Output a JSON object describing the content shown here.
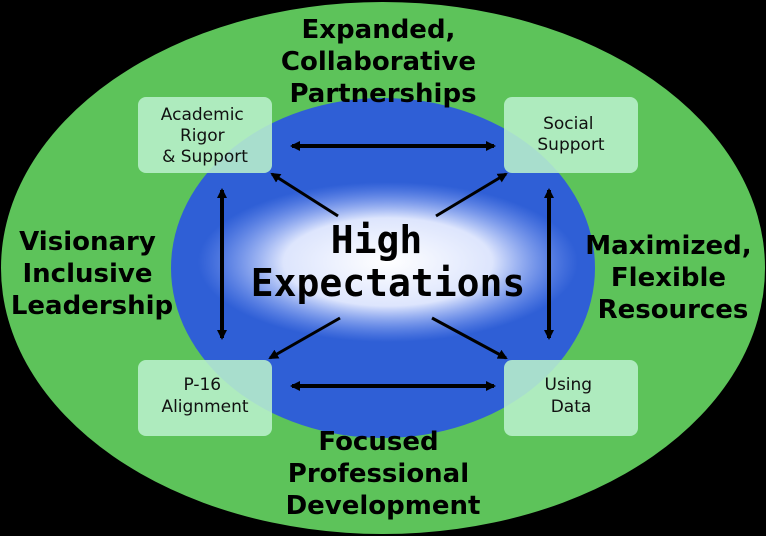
{
  "colors": {
    "background": "#000000",
    "outer_ellipse": "#5dc35a",
    "inner_ellipse": "#2f5fd6",
    "box_fill": "#b9f0cc",
    "arrow": "#000000",
    "text": "#000000"
  },
  "center": {
    "line1": "High",
    "line2": "Expectations"
  },
  "outer_labels": {
    "top": [
      "Expanded,",
      "Collaborative",
      "Partnerships"
    ],
    "left": [
      "Visionary",
      "Inclusive",
      "Leadership"
    ],
    "right": [
      "Maximized,",
      "Flexible",
      "Resources"
    ],
    "bottom": [
      "Focused",
      "Professional",
      "Development"
    ]
  },
  "boxes": {
    "top_left": [
      "Academic",
      "Rigor",
      "& Support"
    ],
    "top_right": [
      "Social",
      "Support"
    ],
    "bottom_left": [
      "P-16",
      "Alignment"
    ],
    "bottom_right": [
      "Using",
      "Data"
    ]
  }
}
